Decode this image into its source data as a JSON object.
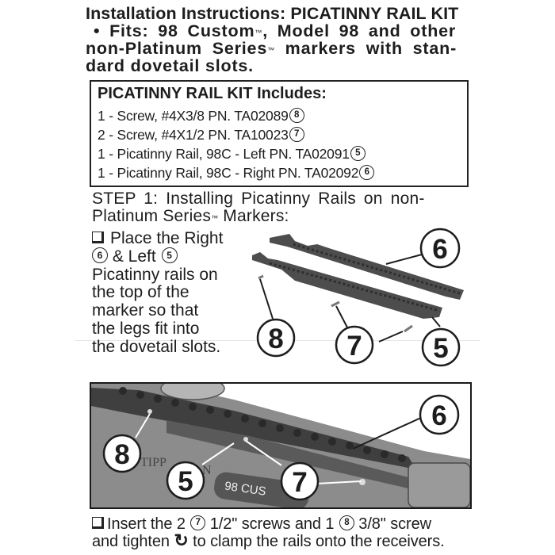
{
  "header": {
    "title_prefix": "Installation Instructions:",
    "title_product": "PICATINNY RAIL KIT",
    "fits_line1": "• Fits:  98 Custom",
    "fits_line1_tm": "™",
    "fits_line1_rest": ",  Model 98 and other",
    "fits_line2": "non-Platinum Series",
    "fits_line2_tm": "™",
    "fits_line2_rest": " markers  with stan-",
    "fits_line3": "dard dovetail slots."
  },
  "kit": {
    "title": "PICATINNY RAIL KIT  Includes:",
    "items": [
      {
        "text": "1 - Screw, #4X3/8   PN. TA02089",
        "ref": "8"
      },
      {
        "text": "2 - Screw, #4X1/2   PN. TA10023",
        "ref": "7"
      },
      {
        "text": "1 - Picatinny Rail, 98C - Left   PN. TA02091",
        "ref": "5"
      },
      {
        "text": "1 - Picatinny Rail, 98C - Right   PN. TA02092",
        "ref": "6"
      }
    ]
  },
  "step1": {
    "line1": "STEP 1: Installing Picatinny Rails on non-",
    "line2": "Platinum Series",
    "line2_tm": "™",
    "line2_rest": " Markers:",
    "instruction": {
      "line1": "Place the Right",
      "ref_right": "6",
      "line2_mid": "& Left",
      "ref_left": "5",
      "line3": "Picatinny rails on",
      "line4": "the top of the",
      "line5": "marker so that",
      "line6": "the legs fit into",
      "line7": "the dovetail slots."
    },
    "diagram_callouts": {
      "right_rail": "6",
      "screw_small": "8",
      "screw_long": "7",
      "left_rail": "5"
    }
  },
  "photo": {
    "callouts": {
      "right_rail": "6",
      "screw_small": "8",
      "left_rail": "5",
      "screw_long": "7"
    },
    "plate_text": "98 CUS",
    "body_text_left": "TIPP",
    "body_text_right": "N"
  },
  "step2": {
    "line1_a": "Insert the 2",
    "ref_a": "7",
    "line1_b": " 1/2\" screws and 1 ",
    "ref_b": "8",
    "line1_c": " 3/8\" screw",
    "line2_a": "and tighten ",
    "rotate_icon": "clockwise-arrow-icon",
    "line2_b": " to clamp the rails onto the receivers."
  },
  "colors": {
    "ink": "#1d1d1d",
    "rail": "#4a4a4a",
    "photo_bg": "#8a8a8a"
  }
}
